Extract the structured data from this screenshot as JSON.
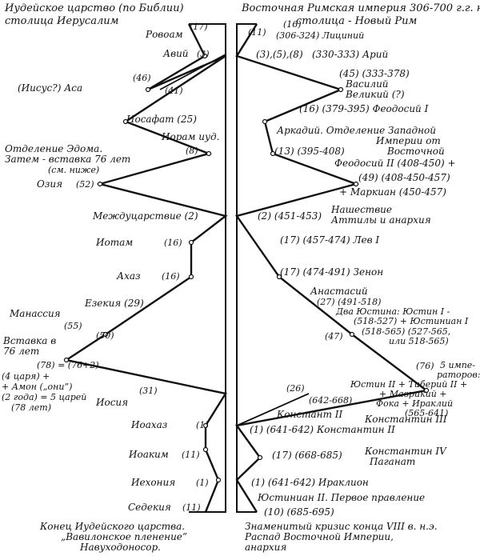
{
  "header": {
    "left": [
      "Иудейское царство (по Библии)",
      "столица Иерусалим"
    ],
    "right": [
      "Восточная Римская империя 306-700 г.г. н.э.",
      "столица - Новый Рим"
    ]
  },
  "footer": {
    "left": [
      "Конец Иудейского царства.",
      "„Вавилонское пленение”",
      "Навуходоносор."
    ],
    "right": [
      "Знаменитый кризис конца VIII в. н.э.",
      "Распад Восточной Империи,",
      "анархия"
    ]
  },
  "left_labels": {
    "rovoam": "Ровоам",
    "v17": "(17)",
    "aviy": "Авий",
    "v3": "(3)",
    "asa": "(Иисус?) Аса",
    "v46": "(46)",
    "v41": "(41)",
    "iosafat": "Иосафат (25)",
    "ioram": "Иорам иуд.",
    "v8": "(8)",
    "edom": [
      "Отделение Эдома.",
      "Затем - вставка 76 лет",
      "(см. ниже)"
    ],
    "oziya": "Озия",
    "v52": "(52)",
    "mezhd": "Междуцарствие (2)",
    "iotam": "Иотам",
    "v16a": "(16)",
    "ahaz": "Ахаз",
    "v16b": "(16)",
    "ezekiya": "Езекия (29)",
    "manassiya": "Манассия",
    "v55": "(55)",
    "v50": "(50)",
    "insert": [
      "Вставка в",
      "76 лет"
    ],
    "v78": "(78) = (76+2)",
    "four": [
      "(4 царя) +",
      "+ Амон („они”)",
      "(2 года) = 5 царей",
      "(78 лет)"
    ],
    "v31": "(31)",
    "iosiya": "Иосия",
    "ioahaz": "Иоахаз",
    "v1a": "(1)",
    "ioakim": "Иоаким",
    "v11a": "(11)",
    "iehoniya": "Иехония",
    "v1b": "(1)",
    "sedekiya": "Седекия",
    "v11b": "(11)"
  },
  "right_labels": {
    "v11": "(11)",
    "v16": "(16)",
    "liciniy": "(306-324) Лициний",
    "v3s": "(3),(5),(8)",
    "ariy": "(330-333) Арий",
    "v45": "(45) (333-378)",
    "vasiliy": [
      "Василий",
      "Великий (?)"
    ],
    "feodosiy": "(16) (379-395) Феодосий I",
    "arkadiy": [
      "Аркадий. Отделение Западной",
      "Империи от"
    ],
    "arkadiy2": [
      "(13) (395-408)",
      "Восточной"
    ],
    "feodosiy2": "Феодосий II (408-450) +",
    "v49": "(49) (408-450-457)",
    "markian": "+ Маркиан (450-457)",
    "v2r": "(2) (451-453)",
    "attila": [
      "Нашествие",
      "Аттилы и анархия"
    ],
    "lev": "(17) (457-474) Лев I",
    "zenon": "(17) (474-491)   Зенон",
    "anastasiy": "Анастасий",
    "v27": "(27) (491-518)",
    "two_just": "Два Юстина: Юстин I -",
    "just2": "(518-527) + Юстиниан I",
    "just3": "(518-565)  (527-565,",
    "v47": "(47)",
    "just4": "или 518-565)",
    "v76": "(76)",
    "five": [
      "5 импе-",
      "раторов:",
      "Юстин II + Тиберий II +",
      "+ Маврикий + ",
      "Фока + Ираклий",
      "(565-641)"
    ],
    "v26": "(26)",
    "v642": "(642-668)",
    "konstant": "Констант II",
    "konstantin3": "Константин III",
    "v1r": "(1) (641-642)",
    "konstantin2": "Константин II",
    "v17r": "(17) (668-685)",
    "konstantin4": [
      "Константин IV",
      "Паганат"
    ],
    "irakl": "(1) (641-642)  Ираклион",
    "justinian2": "Юстиниан II. Первое правление",
    "v10": "(10) (685-695)"
  }
}
